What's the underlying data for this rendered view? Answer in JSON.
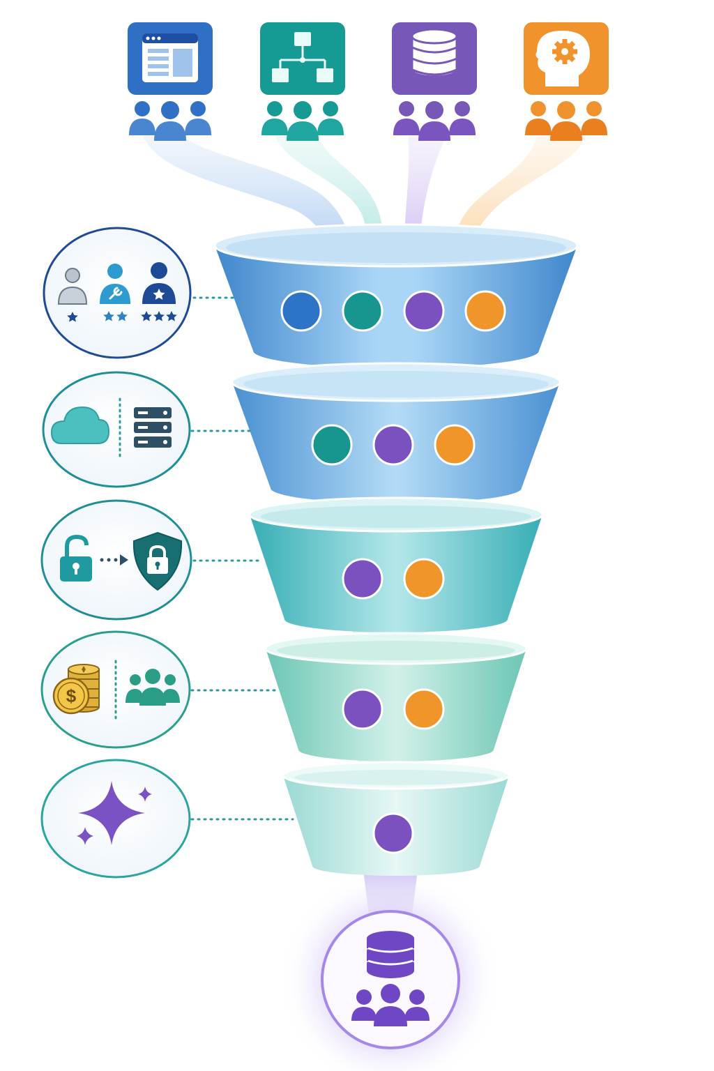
{
  "palette": {
    "blue": "#2f78c8",
    "teal": "#169a94",
    "purple": "#7a4fc0",
    "orange": "#f0952a",
    "dark_blue": "#1f4b96",
    "gold": "#e0b23c"
  },
  "sources": [
    {
      "name": "web-app",
      "icon": "browser-window-icon",
      "color": "#2f6fc4",
      "people_color": "#4a86cf"
    },
    {
      "name": "workflow",
      "icon": "hierarchy-diagram-icon",
      "color": "#169a94",
      "people_color": "#1fa6a0"
    },
    {
      "name": "database",
      "icon": "database-icon",
      "color": "#7757b8",
      "people_color": "#7a55bf"
    },
    {
      "name": "expertise",
      "icon": "head-gear-icon",
      "color": "#f0932c",
      "people_color": "#e97f1f"
    }
  ],
  "stages": [
    {
      "name": "role-tiers",
      "icons": [
        "user-basic-icon",
        "user-wrench-icon",
        "user-star-icon"
      ],
      "dots": [
        "blue",
        "teal",
        "purple",
        "orange"
      ]
    },
    {
      "name": "deployment",
      "icons": [
        "cloud-icon",
        "server-rack-icon"
      ],
      "dots": [
        "teal",
        "purple",
        "orange"
      ]
    },
    {
      "name": "security",
      "icons": [
        "unlocked-padlock-icon",
        "arrow-right-icon",
        "shield-lock-icon"
      ],
      "dots": [
        "purple",
        "orange"
      ]
    },
    {
      "name": "cost-and-team",
      "icons": [
        "coin-stack-icon",
        "group-icon"
      ],
      "dots": [
        "purple",
        "orange"
      ]
    },
    {
      "name": "refinement",
      "icons": [
        "sparkle-icon"
      ],
      "dots": [
        "purple"
      ]
    }
  ],
  "output": {
    "name": "unified-data-audience",
    "icons": [
      "database-icon",
      "group-icon"
    ],
    "color": "#6f47c4"
  }
}
